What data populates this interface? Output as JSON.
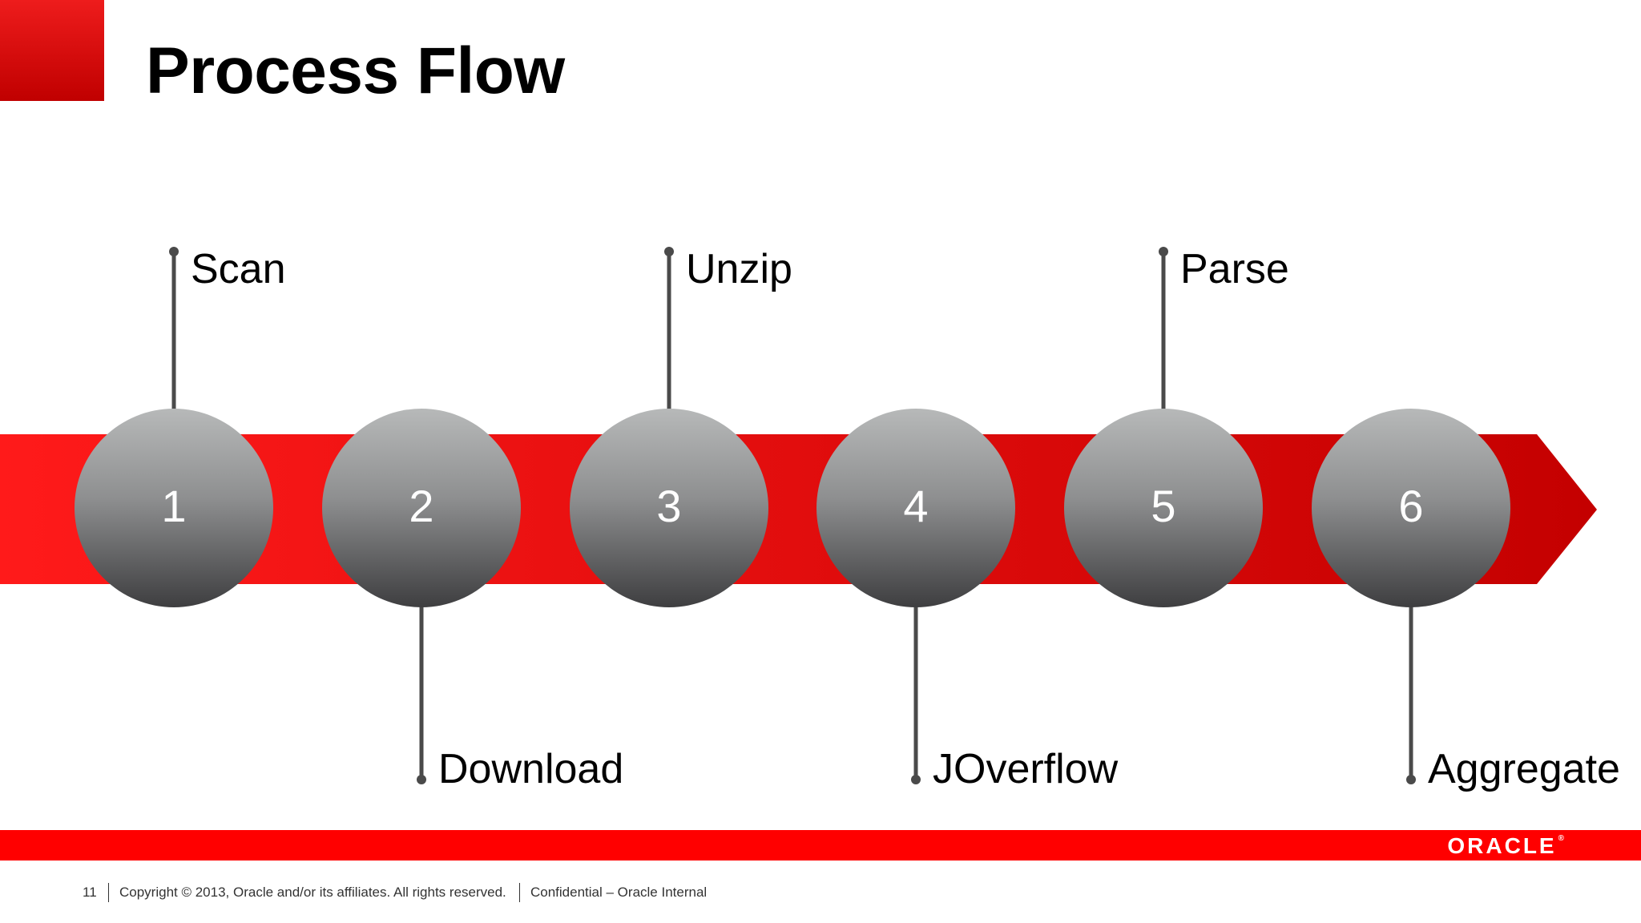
{
  "slide": {
    "title": "Process Flow"
  },
  "steps": [
    {
      "number": "1",
      "label": "Scan"
    },
    {
      "number": "2",
      "label": "Download"
    },
    {
      "number": "3",
      "label": "Unzip"
    },
    {
      "number": "4",
      "label": "JOverflow"
    },
    {
      "number": "5",
      "label": "Parse"
    },
    {
      "number": "6",
      "label": "Aggregate"
    }
  ],
  "footer": {
    "page_number": "11",
    "copyright": "Copyright © 2013, Oracle and/or its affiliates. All rights reserved.",
    "confidential": "Confidential – Oracle Internal",
    "logo": "ORACLE"
  },
  "colors": {
    "brand_red": "#ff0000",
    "arrow_dark_red": "#c00000",
    "circle_light": "#b3b5b5",
    "circle_dark": "#404042"
  }
}
